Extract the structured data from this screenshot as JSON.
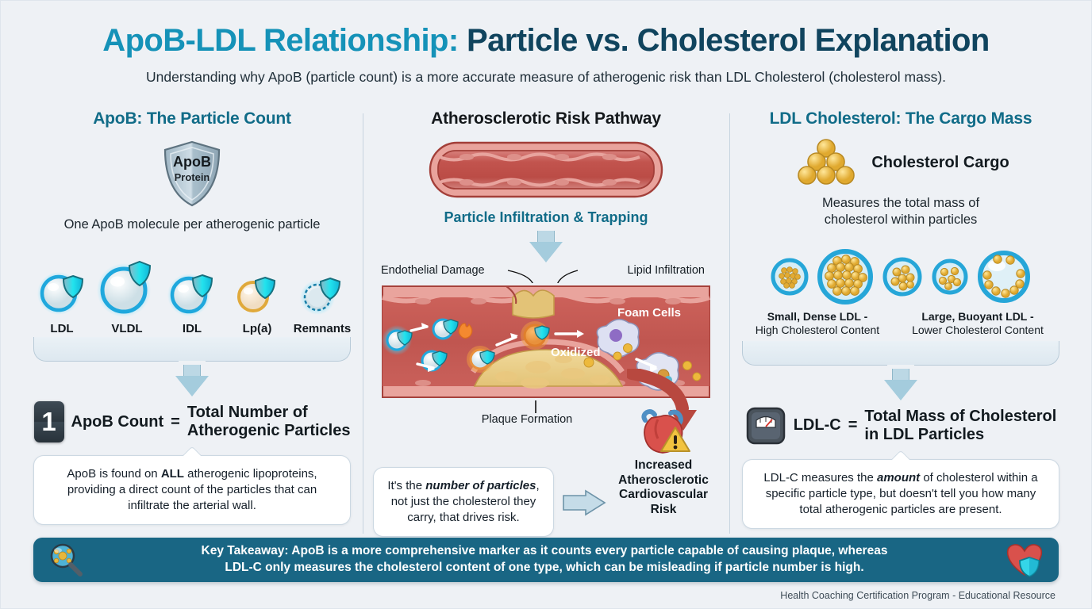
{
  "header": {
    "title_part1": "ApoB-LDL Relationship:",
    "title_part2": " Particle vs. Cholesterol Explanation",
    "subtitle": "Understanding why ApoB (particle count) is a more accurate measure of atherogenic risk than LDL Cholesterol (cholesterol mass)."
  },
  "colors": {
    "accent_teal": "#1592b8",
    "title_navy": "#10445e",
    "heading_teal": "#116c88",
    "banner_bg": "#196684",
    "background": "#eef1f5",
    "particle_cyan": "#29b6e8",
    "cholesterol_gold": "#e8b73c",
    "artery_red": "#c8574f"
  },
  "left_column": {
    "heading": "ApoB: The Particle Count",
    "shield": {
      "line1": "ApoB",
      "line2": "Protein",
      "icon": "shield-icon"
    },
    "caption": "One ApoB molecule per atherogenic particle",
    "particles": [
      {
        "label": "LDL",
        "size": 46,
        "style": "clear"
      },
      {
        "label": "VLDL",
        "size": 62,
        "style": "clear"
      },
      {
        "label": "IDL",
        "size": 44,
        "style": "clear"
      },
      {
        "label": "Lp(a)",
        "size": 38,
        "style": "gold"
      },
      {
        "label": "Remnants",
        "size": 36,
        "style": "spiky"
      }
    ],
    "equation": {
      "badge": "1",
      "lhs": "ApoB Count",
      "operator": "=",
      "rhs_line1": "Total Number of",
      "rhs_line2": "Atherogenic Particles"
    },
    "info_text_pre": "ApoB is found on ",
    "info_text_bold": "ALL",
    "info_text_post": " atherogenic lipoproteins, providing a direct count of the particles that can infiltrate the arterial wall."
  },
  "middle_column": {
    "heading": "Atherosclerotic Risk Pathway",
    "artery_label": "healthy-artery-icon",
    "subheading": "Particle Infiltration & Trapping",
    "annotations": {
      "endothelial_damage": "Endothelial Damage",
      "lipid_infiltration": "Lipid Infiltration",
      "oxidized": "Oxidized",
      "foam_cells": "Foam Cells",
      "plaque_formation": "Plaque Formation"
    },
    "info_text_pre": "It's the ",
    "info_text_bold": "number of particles",
    "info_text_post": ", not just the cholesterol they carry, that drives risk.",
    "risk_line1": "Increased",
    "risk_line2": "Atherosclerotic",
    "risk_line3": "Cardiovascular Risk"
  },
  "right_column": {
    "heading": "LDL Cholesterol: The Cargo Mass",
    "cargo_label": "Cholesterol Cargo",
    "caption_line1": "Measures the total mass of",
    "caption_line2": "cholesterol within particles",
    "particles": [
      {
        "size": 40,
        "fill": "dense-small",
        "dots": 26
      },
      {
        "size": 62,
        "fill": "dense-large",
        "dots": 34
      },
      {
        "size": 44,
        "fill": "sparse",
        "dots": 8
      },
      {
        "size": 40,
        "fill": "sparse",
        "dots": 6
      },
      {
        "size": 58,
        "fill": "ring",
        "dots": 11
      }
    ],
    "label_left_line1": "Small, Dense LDL -",
    "label_left_line2": "High Cholesterol Content",
    "label_right_line1": "Large, Buoyant LDL -",
    "label_right_line2": "Lower Cholesterol Content",
    "equation": {
      "lhs": "LDL-C",
      "operator": "=",
      "rhs_line1": "Total Mass of Cholesterol",
      "rhs_line2": "in LDL Particles",
      "icon": "scale-icon"
    },
    "info_text_pre": "LDL-C measures the ",
    "info_text_bold": "amount",
    "info_text_post": " of cholesterol within a specific particle type, but doesn't tell you how many total atherogenic particles are present."
  },
  "takeaway": {
    "left_icon": "magnifier-particles-icon",
    "right_icon": "heart-shield-icon",
    "line1": "Key Takeaway: ApoB is a more comprehensive marker as it counts every particle capable of causing plaque, whereas",
    "line2": "LDL-C only measures the cholesterol content of one type, which can be misleading if particle number is high."
  },
  "footer": {
    "text": "Health Coaching Certification Program - Educational Resource"
  }
}
